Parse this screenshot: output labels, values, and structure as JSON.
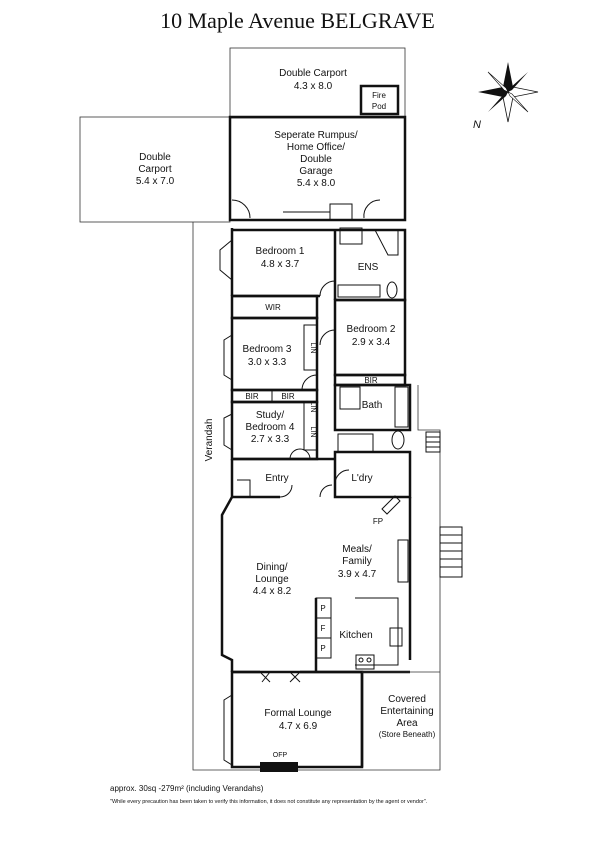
{
  "title": "10 Maple Avenue BELGRAVE",
  "rooms": {
    "double_carport_top": {
      "name": "Double Carport",
      "dims": "4.3 x 8.0"
    },
    "fire_pod": {
      "line1": "Fire",
      "line2": "Pod"
    },
    "double_carport_left": {
      "line1": "Double",
      "line2": "Carport",
      "dims": "5.4 x 7.0"
    },
    "rumpus": {
      "line1": "Seperate Rumpus/",
      "line2": "Home Office/",
      "line3": "Double",
      "line4": "Garage",
      "dims": "5.4 x 8.0"
    },
    "bedroom1": {
      "name": "Bedroom 1",
      "dims": "4.8 x 3.7"
    },
    "ens": {
      "name": "ENS"
    },
    "wir": {
      "name": "WIR"
    },
    "bedroom2": {
      "name": "Bedroom 2",
      "dims": "2.9 x 3.4"
    },
    "bedroom3": {
      "name": "Bedroom 3",
      "dims": "3.0 x 3.3"
    },
    "lin1": "LIN",
    "lin2": "LIN",
    "lin3": "LIN",
    "bir1": "BIR",
    "bir2": "BIR",
    "bir3": "BIR",
    "bath": {
      "name": "Bath"
    },
    "study": {
      "line1": "Study/",
      "line2": "Bedroom 4",
      "dims": "2.7 x 3.3"
    },
    "verandah": "Verandah",
    "entry": "Entry",
    "laundry": "L'dry",
    "fp": "FP",
    "meals": {
      "line1": "Meals/",
      "line2": "Family",
      "dims": "3.9 x 4.7"
    },
    "dining": {
      "line1": "Dining/",
      "line2": "Lounge",
      "dims": "4.4 x 8.2"
    },
    "pantry1": "P",
    "fridge": "F",
    "pantry2": "P",
    "kitchen": "Kitchen",
    "covered": {
      "line1": "Covered",
      "line2": "Entertaining",
      "line3": "Area",
      "line4": "(Store Beneath)"
    },
    "formal": {
      "name": "Formal Lounge",
      "dims": "4.7 x 6.9"
    },
    "ofp": "OFP"
  },
  "compass": {
    "north": "N"
  },
  "area_note": "approx. 30sq -279m² (including Verandahs)",
  "disclaimer": "\"While every precaution has been taken to verify this information, it does not constitute any representation by the agent or vendor\"."
}
